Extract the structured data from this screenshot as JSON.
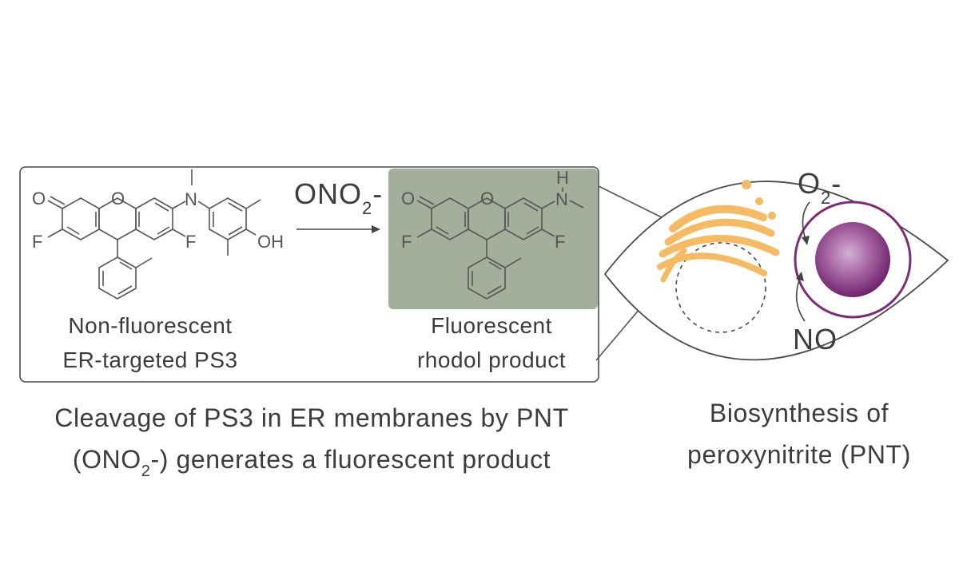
{
  "reaction_box": {
    "reactant_label_line1": "Non-fluorescent",
    "reactant_label_line2": "ER-targeted PS3",
    "product_label_line1": "Fluorescent",
    "product_label_line2": "rhodol product",
    "reagent_main": "ONO",
    "reagent_sub": "2",
    "reagent_tail": "-"
  },
  "atoms": {
    "oxygen": "O",
    "fluorine": "F",
    "nitrogen": "N",
    "hydroxyl": "OH",
    "hydrogen": "H"
  },
  "cell": {
    "superoxide_main": "O",
    "superoxide_sub": "2",
    "superoxide_tail": "-",
    "nitric_oxide": "NO"
  },
  "captions": {
    "left_line1": "Cleavage of PS3 in ER membranes by PNT",
    "left_line2_a": "(ONO",
    "left_line2_sub": "2",
    "left_line2_b": "-) generates a fluorescent product",
    "right_line1": "Biosynthesis of",
    "right_line2": "peroxynitrite (PNT)"
  },
  "colors": {
    "product_highlight": "#a3af9b",
    "er_membrane": "#f6bb62",
    "nucleus_ring": "#7d2b79",
    "nucleus_core": "#7c2a78",
    "outline": "#454545"
  }
}
